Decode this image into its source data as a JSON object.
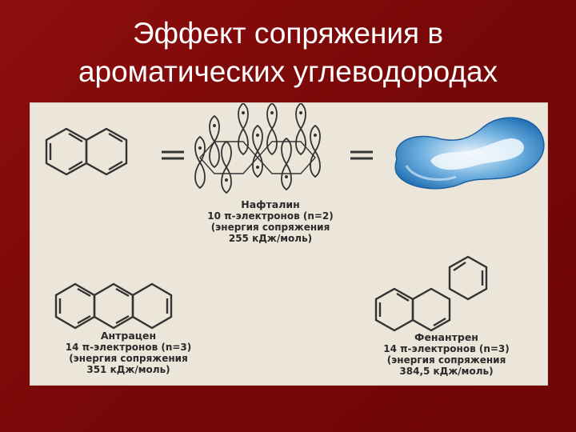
{
  "slide": {
    "title_line1": "Эффект сопряжения в",
    "title_line2": "ароматических углеводородах"
  },
  "naphthalene": {
    "name": "Нафталин",
    "electrons": "10 π-электронов (n=2)",
    "energy_caption": "(энергия сопряжения",
    "energy_value": "255 кДж/моль)"
  },
  "anthracene": {
    "name": "Антрацен",
    "electrons": "14 π-электронов (n=3)",
    "energy_caption": "(энергия сопряжения",
    "energy_value": "351 кДж/моль)"
  },
  "phenanthrene": {
    "name": "Фенантрен",
    "electrons": "14 π-электронов (n=3)",
    "energy_caption": "(энергия сопряжения",
    "energy_value": "384,5 кДж/моль)"
  },
  "colors": {
    "background": "#7d0a0a",
    "figure_paper": "#ece6da",
    "orbital_cloud": "#3a86c8"
  }
}
